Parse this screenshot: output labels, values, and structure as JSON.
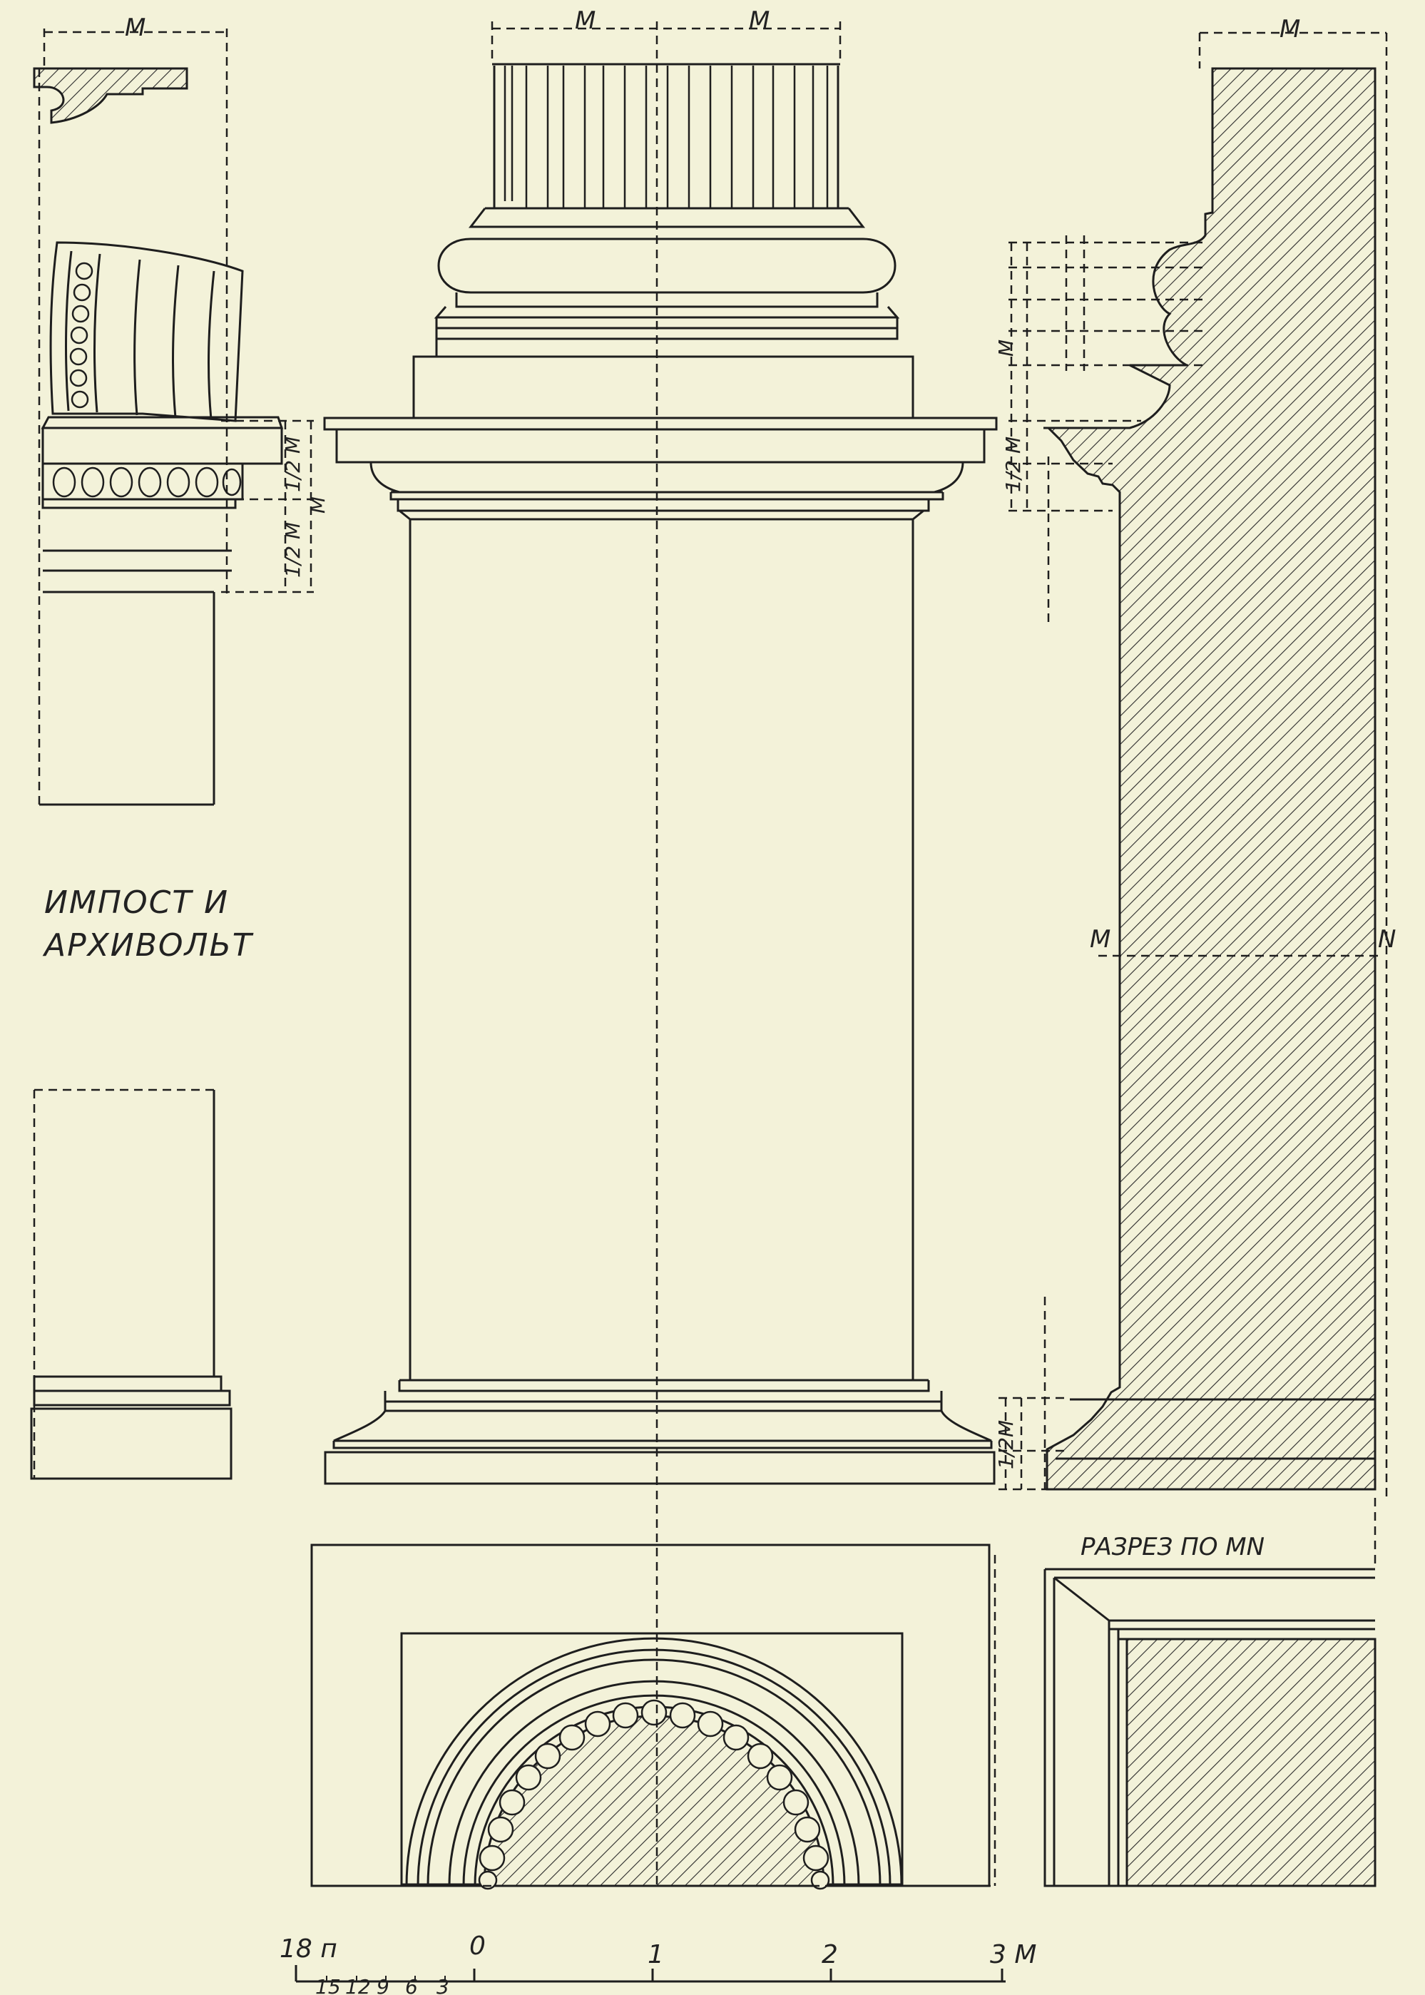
{
  "labels": {
    "title_line1": "ИМПОСТ И",
    "title_line2": "АРХИВОЛЬТ",
    "section_title": "РАЗРЕЗ ПО MN",
    "section_m": "M",
    "section_n": "N"
  },
  "dimensions": {
    "module": "M",
    "half_module": "1/2 M",
    "half_module_short": "1/2M"
  },
  "scale": {
    "parts_label": "18 п",
    "major_ticks": [
      "0",
      "1",
      "2",
      "3 M"
    ],
    "minor_ticks": [
      "15",
      "12",
      "9",
      "6",
      "3"
    ]
  },
  "colors": {
    "paper": "#f3f2d9",
    "ink": "#1e1e1e"
  }
}
